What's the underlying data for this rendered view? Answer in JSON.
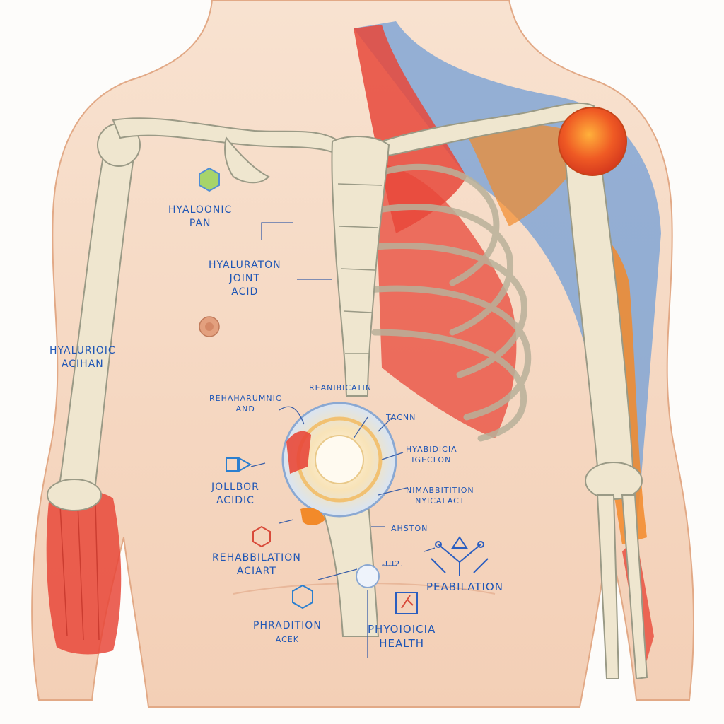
{
  "colors": {
    "skin": "#f6d9c3",
    "skin_shade": "#eec0a3",
    "bone": "#efe6cf",
    "bone_outline": "#9a9a86",
    "muscle_red": "#e8483a",
    "tendon_orange": "#f28a2a",
    "fascia_blue": "#7aa3d6",
    "label_blue": "#1f56b5",
    "leader_line": "#3b5fa8"
  },
  "labels": [
    {
      "id": "hyaloinic-pan",
      "lines": [
        "HYALOONIC",
        "PAN"
      ]
    },
    {
      "id": "hyaluraton-joint-acid",
      "lines": [
        "HYALURATON",
        "JOINT",
        "ACID"
      ]
    },
    {
      "id": "hyaluroic-acihan",
      "lines": [
        "HYALURIOIC",
        "ACIHAN"
      ]
    },
    {
      "id": "rehaharumnic-and",
      "lines": [
        "REHAHARUMNIC",
        "AND"
      ]
    },
    {
      "id": "reanibicatin",
      "lines": [
        "REANIBICATIN"
      ]
    },
    {
      "id": "tacnn",
      "lines": [
        "TACNN"
      ]
    },
    {
      "id": "hyabidicia-igeclon",
      "lines": [
        "HYABIDICIA",
        "IGECLON"
      ]
    },
    {
      "id": "jollbor-acidic",
      "lines": [
        "JOLLBOR",
        "ACIDIC"
      ]
    },
    {
      "id": "nimabbitition-nyicalact",
      "lines": [
        "NIMABBITITION",
        "NYICALACT"
      ]
    },
    {
      "id": "ahston",
      "lines": [
        "AHSTON"
      ]
    },
    {
      "id": "rehabbilation-aciart",
      "lines": [
        "REHABBILATION",
        "ACIART"
      ]
    },
    {
      "id": "small-note",
      "lines": [
        "-UI2."
      ]
    },
    {
      "id": "peabilation",
      "lines": [
        "PEABILATION"
      ]
    },
    {
      "id": "phradition-acek",
      "lines": [
        "PHRADITION",
        "ACEK"
      ]
    },
    {
      "id": "phyoioicia-health",
      "lines": [
        "PHYOIOICIA",
        "HEALTH"
      ]
    }
  ]
}
